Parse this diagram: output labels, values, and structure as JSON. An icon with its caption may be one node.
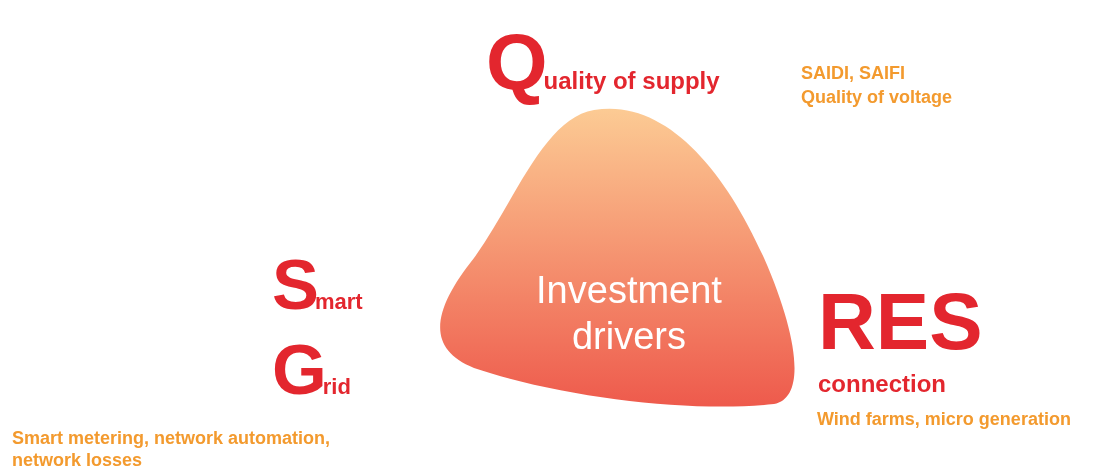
{
  "diagram": {
    "nodes": [
      {
        "text": [
          "Investment drivers"
        ]
      }
    ],
    "labels": [
      "Quality of supply",
      "SAIDI, SAIFI",
      "Quality of voltage",
      "Smart",
      "Grid",
      "RES",
      "connection",
      "Smart metering, network automation, network losses",
      "Wind farms, micro generation"
    ]
  }
}
